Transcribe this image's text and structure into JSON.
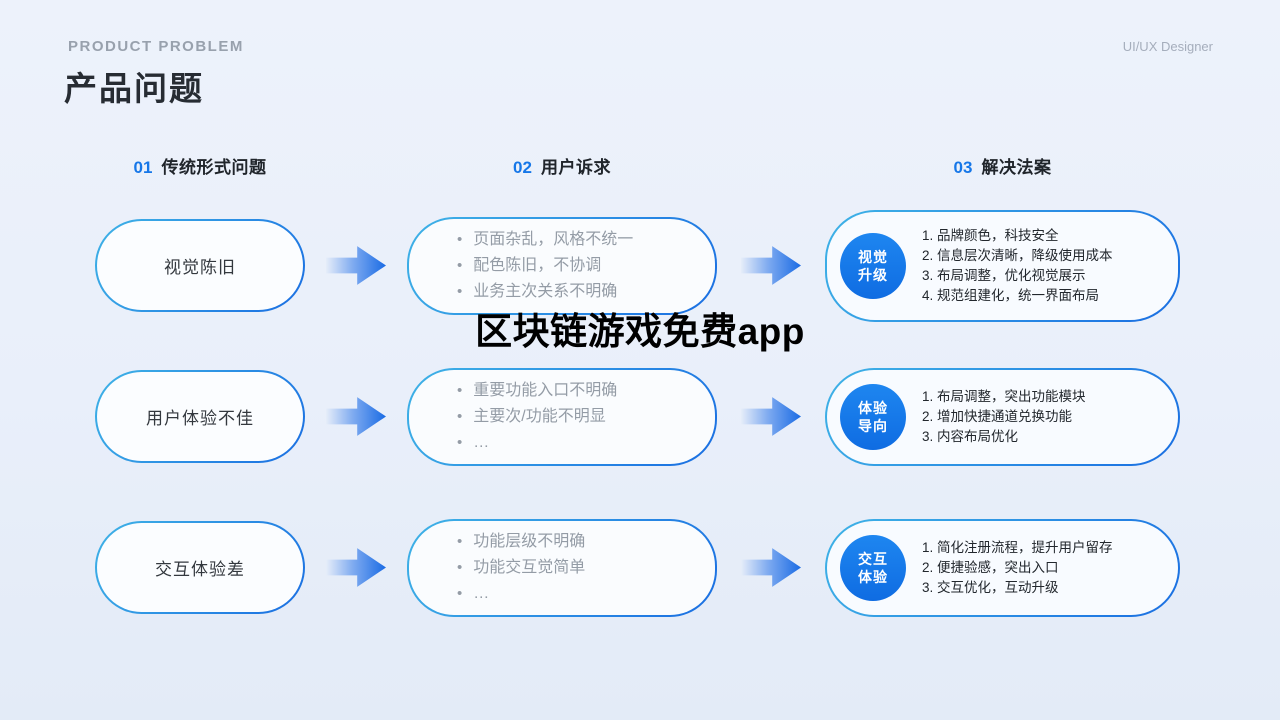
{
  "header": {
    "eyebrow": "PRODUCT PROBLEM",
    "title": "产品问题",
    "corner": "UI/UX Designer"
  },
  "overlay_title": "区块链游戏免费app",
  "columns": [
    {
      "num": "01",
      "label": "传统形式问题"
    },
    {
      "num": "02",
      "label": "用户诉求"
    },
    {
      "num": "03",
      "label": "解决法案"
    }
  ],
  "rows": [
    {
      "problem": "视觉陈旧",
      "demands": [
        "页面杂乱，风格不统一",
        "配色陈旧，不协调",
        "业务主次关系不明确"
      ],
      "badge_line1": "视觉",
      "badge_line2": "升级",
      "solutions": [
        "品牌颜色，科技安全",
        "信息层次清晰，降级使用成本",
        "布局调整，优化视觉展示",
        "规范组建化，统一界面布局"
      ]
    },
    {
      "problem": "用户体验不佳",
      "demands": [
        "重要功能入口不明确",
        "主要次/功能不明显",
        "…"
      ],
      "badge_line1": "体验",
      "badge_line2": "导向",
      "solutions": [
        "布局调整，突出功能模块",
        "增加快捷通道兑换功能",
        "内容布局优化"
      ]
    },
    {
      "problem": "交互体验差",
      "demands": [
        "功能层级不明确",
        "功能交互觉简单",
        "…"
      ],
      "badge_line1": "交互",
      "badge_line2": "体验",
      "solutions": [
        "简化注册流程，提升用户留存",
        "便捷验感，突出入口",
        "交互优化，互动升级"
      ]
    }
  ],
  "colors": {
    "accent": "#1677e8",
    "border_blue_light": "#3fb3e6",
    "border_blue_dark": "#1a6ee2",
    "text_dark": "#23282e",
    "text_gray": "#949ca6"
  }
}
